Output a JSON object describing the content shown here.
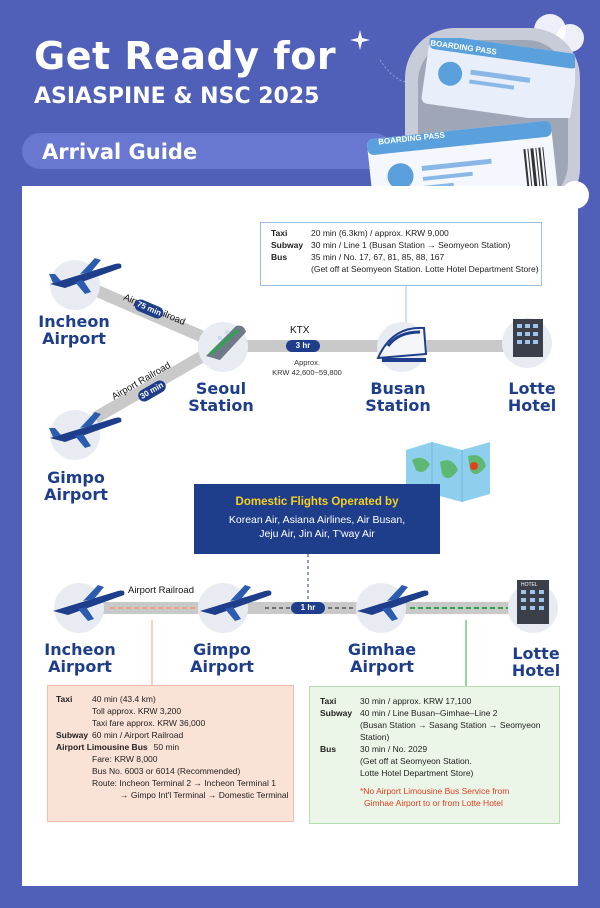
{
  "header": {
    "title_line1": "Get Ready for",
    "title_line2": "ASIASPINE & NSC 2025",
    "section": "Arrival Guide",
    "boarding_pass_1": "BOARDING PASS",
    "boarding_pass_2": "BOARDING PASS"
  },
  "route1": {
    "incheon": [
      "Incheon",
      "Airport"
    ],
    "gimpo": [
      "Gimpo",
      "Airport"
    ],
    "seoul": [
      "Seoul",
      "Station"
    ],
    "busan": [
      "Busan",
      "Station"
    ],
    "lotte": [
      "Lotte",
      "Hotel"
    ],
    "rail_top": "Airport Railroad",
    "rail_top_time": "75 min",
    "rail_bottom": "Airport Railroad",
    "rail_bottom_time": "30 min",
    "ktx": "KTX",
    "ktx_time": "3 hr",
    "ktx_fare_1": "Approx.",
    "ktx_fare_2": "KRW 42,600~59,800",
    "info": [
      {
        "k": "Taxi",
        "v": "20 min (6.3km) / approx. KRW 9,000"
      },
      {
        "k": "Subway",
        "v": "30 min / Line 1 (Busan Station → Seomyeon Station)"
      },
      {
        "k": "Bus",
        "v": "35 min / No. 17, 67, 81, 85, 88, 167"
      },
      {
        "k": "",
        "v": "(Get off at Seomyeon Station. Lotte Hotel Department Store)"
      }
    ]
  },
  "domestic": {
    "title": "Domestic Flights Operated by",
    "line1": "Korean Air, Asiana Airlines, Air Busan,",
    "line2": "Jeju Air, Jin Air, T'way Air"
  },
  "route2": {
    "incheon": [
      "Incheon",
      "Airport"
    ],
    "gimpo": [
      "Gimpo",
      "Airport"
    ],
    "gimhae": [
      "Gimhae",
      "Airport"
    ],
    "lotte": [
      "Lotte",
      "Hotel"
    ],
    "rail": "Airport Railroad",
    "flight_time": "1 hr",
    "hotel_sign": "HOTEL"
  },
  "box_left": {
    "rows": [
      {
        "k": "Taxi",
        "v": "40 min (43.4 km)",
        "indent": 36
      },
      {
        "k": "",
        "v": "Toll approx. KRW 3,200",
        "indent": 36
      },
      {
        "k": "",
        "v": "Taxi fare approx. KRW 36,000",
        "indent": 36
      },
      {
        "k": "Subway",
        "v": "60 min / Airport Railroad",
        "indent": 36
      },
      {
        "k": "Airport Limousine Bus",
        "v": "50 min",
        "indent": 0
      },
      {
        "k": "",
        "v": "Fare: KRW 8,000",
        "indent": 36
      },
      {
        "k": "",
        "v": "Bus No. 6003 or 6014 (Recommended)",
        "indent": 36
      },
      {
        "k": "",
        "v": "Route: Incheon Terminal 2 → Incheon Terminal 1",
        "indent": 36
      },
      {
        "k": "",
        "v": "→ Gimpo Int'l Terminal → Domestic Terminal",
        "indent": 64
      }
    ]
  },
  "box_right": {
    "rows": [
      {
        "k": "Taxi",
        "v": "30 min / approx. KRW 17,100",
        "indent": 40
      },
      {
        "k": "Subway",
        "v": "40 min / Line Busan–Gimhae–Line 2",
        "indent": 40
      },
      {
        "k": "",
        "v": "(Busan Station → Sasang Station → Seomyeon Station)",
        "indent": 40
      },
      {
        "k": "Bus",
        "v": "30 min / No. 2029",
        "indent": 40
      },
      {
        "k": "",
        "v": "(Get off at Seomyeon Station.",
        "indent": 40
      },
      {
        "k": "",
        "v": "Lotte Hotel Department Store)",
        "indent": 40
      }
    ],
    "note1": "*No Airport Limousine Bus Service from",
    "note2": "Gimhae Airport to or from Lotte Hotel"
  },
  "colors": {
    "bg": "#5060b8",
    "navy": "#1e3e8c",
    "salmon": "#fbe2d6",
    "green": "#ecf6e8",
    "note_red": "#e04020"
  }
}
